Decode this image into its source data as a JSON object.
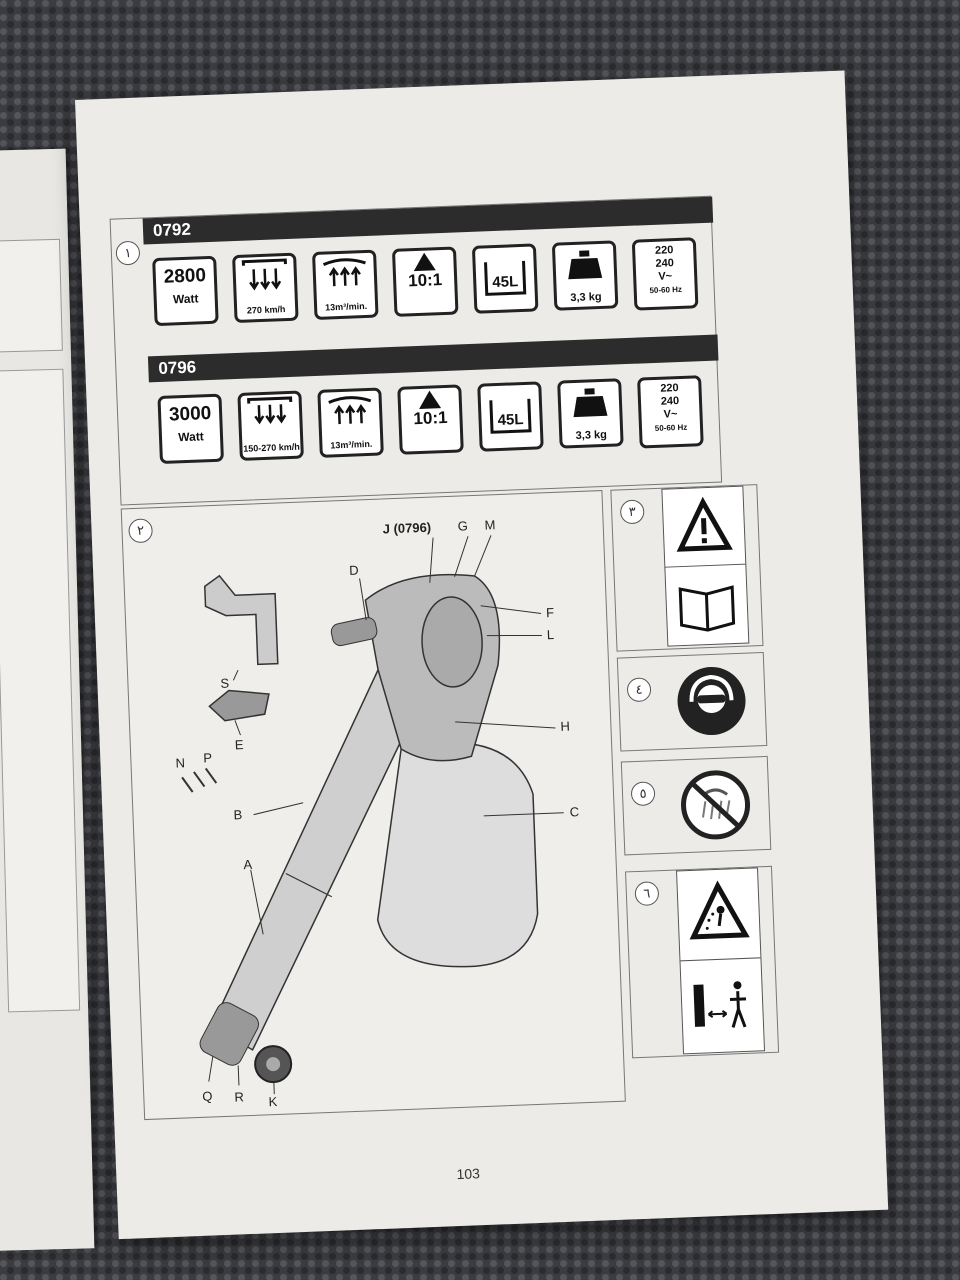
{
  "section1": {
    "number": "١",
    "models": [
      {
        "code": "0792",
        "power_value": "2800",
        "power_unit": "Watt",
        "air_speed": "270 km/h",
        "air_volume": "13m³/min.",
        "mulch_ratio": "10:1",
        "bag_capacity": "45L",
        "weight": "3,3 kg",
        "voltage_top": "220",
        "voltage_bottom": "240",
        "voltage_unit": "V~",
        "frequency": "50-60 Hz"
      },
      {
        "code": "0796",
        "power_value": "3000",
        "power_unit": "Watt",
        "air_speed": "150-270 km/h",
        "air_volume": "13m³/min.",
        "mulch_ratio": "10:1",
        "bag_capacity": "45L",
        "weight": "3,3 kg",
        "voltage_top": "220",
        "voltage_bottom": "240",
        "voltage_unit": "V~",
        "frequency": "50-60 Hz"
      }
    ]
  },
  "section2": {
    "number": "٢",
    "callouts": [
      "J (0796)",
      "G",
      "M",
      "D",
      "F",
      "L",
      "S",
      "E",
      "N",
      "P",
      "H",
      "B",
      "C",
      "A",
      "Q",
      "R",
      "K"
    ]
  },
  "symbols": [
    {
      "number": "٣",
      "icons": [
        "warning-triangle-icon",
        "read-manual-icon"
      ]
    },
    {
      "number": "٤",
      "icons": [
        "eye-ear-protection-icon"
      ]
    },
    {
      "number": "٥",
      "icons": [
        "no-rain-icon"
      ]
    },
    {
      "number": "٦",
      "icons": [
        "flying-debris-warning-icon",
        "keep-distance-icon"
      ]
    }
  ],
  "page_number": "103"
}
